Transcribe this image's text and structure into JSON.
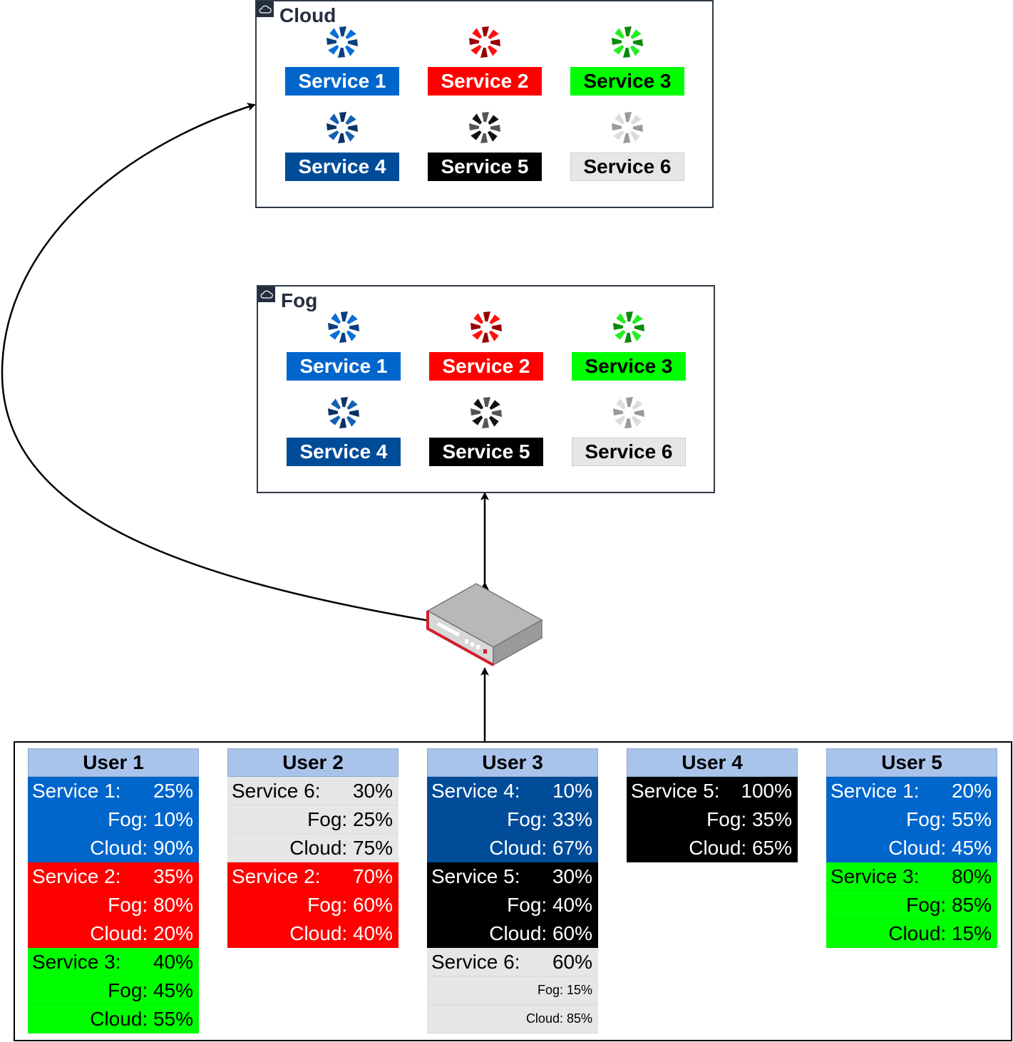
{
  "colors": {
    "blue": "#0066cc",
    "darkblue": "#004c99",
    "red": "#ff0000",
    "green": "#00ff00",
    "black": "#000000",
    "gray": "#e6e6e6",
    "header": "#a9c4eb",
    "group_border": "#2f3a45"
  },
  "cloud": {
    "title": "Cloud",
    "badge_icon": "cloud-icon",
    "services": [
      {
        "label": "Service 1",
        "bg": "#0066cc",
        "fg": "#ffffff",
        "icon": "gear-blue"
      },
      {
        "label": "Service 2",
        "bg": "#ff0000",
        "fg": "#ffffff",
        "icon": "gear-red"
      },
      {
        "label": "Service 3",
        "bg": "#00ff00",
        "fg": "#000000",
        "icon": "gear-green"
      },
      {
        "label": "Service 4",
        "bg": "#004c99",
        "fg": "#ffffff",
        "icon": "gear-darkblue"
      },
      {
        "label": "Service 5",
        "bg": "#000000",
        "fg": "#ffffff",
        "icon": "gear-black"
      },
      {
        "label": "Service 6",
        "bg": "#e6e6e6",
        "fg": "#000000",
        "icon": "gear-gray"
      }
    ]
  },
  "fog": {
    "title": "Fog",
    "badge_icon": "cloud-icon",
    "services": [
      {
        "label": "Service 1",
        "bg": "#0066cc",
        "fg": "#ffffff",
        "icon": "gear-blue"
      },
      {
        "label": "Service 2",
        "bg": "#ff0000",
        "fg": "#ffffff",
        "icon": "gear-red"
      },
      {
        "label": "Service 3",
        "bg": "#00ff00",
        "fg": "#000000",
        "icon": "gear-green"
      },
      {
        "label": "Service 4",
        "bg": "#004c99",
        "fg": "#ffffff",
        "icon": "gear-darkblue"
      },
      {
        "label": "Service 5",
        "bg": "#000000",
        "fg": "#ffffff",
        "icon": "gear-black"
      },
      {
        "label": "Service 6",
        "bg": "#e6e6e6",
        "fg": "#000000",
        "icon": "gear-gray"
      }
    ]
  },
  "router": {
    "icon": "router-icon"
  },
  "users": [
    {
      "name": "User 1",
      "rows": [
        {
          "kind": "svc",
          "left": "Service 1:",
          "right": "25%",
          "bg": "#0066cc",
          "fg": "#ffffff"
        },
        {
          "kind": "sub",
          "text": "Fog: 10%",
          "bg": "#0066cc",
          "fg": "#ffffff"
        },
        {
          "kind": "sub",
          "text": "Cloud: 90%",
          "bg": "#0066cc",
          "fg": "#ffffff"
        },
        {
          "kind": "svc",
          "left": "Service 2:",
          "right": "35%",
          "bg": "#ff0000",
          "fg": "#ffffff"
        },
        {
          "kind": "sub",
          "text": "Fog: 80%",
          "bg": "#ff0000",
          "fg": "#ffffff"
        },
        {
          "kind": "sub",
          "text": "Cloud: 20%",
          "bg": "#ff0000",
          "fg": "#ffffff"
        },
        {
          "kind": "svc",
          "left": "Service 3:",
          "right": "40%",
          "bg": "#00ff00",
          "fg": "#000000"
        },
        {
          "kind": "sub",
          "text": "Fog: 45%",
          "bg": "#00ff00",
          "fg": "#000000"
        },
        {
          "kind": "sub",
          "text": "Cloud: 55%",
          "bg": "#00ff00",
          "fg": "#000000"
        }
      ]
    },
    {
      "name": "User 2",
      "rows": [
        {
          "kind": "svc",
          "left": "Service 6:",
          "right": "30%",
          "bg": "#e6e6e6",
          "fg": "#000000"
        },
        {
          "kind": "sub",
          "text": "Fog: 25%",
          "bg": "#e6e6e6",
          "fg": "#000000"
        },
        {
          "kind": "sub",
          "text": "Cloud: 75%",
          "bg": "#e6e6e6",
          "fg": "#000000"
        },
        {
          "kind": "svc",
          "left": "Service 2:",
          "right": "70%",
          "bg": "#ff0000",
          "fg": "#ffffff"
        },
        {
          "kind": "sub",
          "text": "Fog: 60%",
          "bg": "#ff0000",
          "fg": "#ffffff"
        },
        {
          "kind": "sub",
          "text": "Cloud: 40%",
          "bg": "#ff0000",
          "fg": "#ffffff"
        }
      ]
    },
    {
      "name": "User 3",
      "rows": [
        {
          "kind": "svc",
          "left": "Service 4:",
          "right": "10%",
          "bg": "#004c99",
          "fg": "#ffffff"
        },
        {
          "kind": "sub",
          "text": "Fog: 33%",
          "bg": "#004c99",
          "fg": "#ffffff"
        },
        {
          "kind": "sub",
          "text": "Cloud: 67%",
          "bg": "#004c99",
          "fg": "#ffffff"
        },
        {
          "kind": "svc",
          "left": "Service 5:",
          "right": "30%",
          "bg": "#000000",
          "fg": "#ffffff"
        },
        {
          "kind": "sub",
          "text": "Fog: 40%",
          "bg": "#000000",
          "fg": "#ffffff"
        },
        {
          "kind": "sub",
          "text": "Cloud: 60%",
          "bg": "#000000",
          "fg": "#ffffff"
        },
        {
          "kind": "svc",
          "left": "Service 6:",
          "right": "60%",
          "bg": "#e6e6e6",
          "fg": "#000000"
        },
        {
          "kind": "sub",
          "text": "Fog: 15%",
          "bg": "#e6e6e6",
          "fg": "#000000",
          "small": true
        },
        {
          "kind": "sub",
          "text": "Cloud: 85%",
          "bg": "#e6e6e6",
          "fg": "#000000",
          "small": true
        }
      ]
    },
    {
      "name": "User 4",
      "rows": [
        {
          "kind": "svc",
          "left": "Service 5:",
          "right": "100%",
          "bg": "#000000",
          "fg": "#ffffff"
        },
        {
          "kind": "sub",
          "text": "Fog: 35%",
          "bg": "#000000",
          "fg": "#ffffff"
        },
        {
          "kind": "sub",
          "text": "Cloud: 65%",
          "bg": "#000000",
          "fg": "#ffffff"
        }
      ]
    },
    {
      "name": "User 5",
      "rows": [
        {
          "kind": "svc",
          "left": "Service 1:",
          "right": "20%",
          "bg": "#0066cc",
          "fg": "#ffffff"
        },
        {
          "kind": "sub",
          "text": "Fog: 55%",
          "bg": "#0066cc",
          "fg": "#ffffff"
        },
        {
          "kind": "sub",
          "text": "Cloud: 45%",
          "bg": "#0066cc",
          "fg": "#ffffff"
        },
        {
          "kind": "svc",
          "left": "Service 3:",
          "right": "80%",
          "bg": "#00ff00",
          "fg": "#000000"
        },
        {
          "kind": "sub",
          "text": "Fog: 85%",
          "bg": "#00ff00",
          "fg": "#000000"
        },
        {
          "kind": "sub",
          "text": "Cloud: 15%",
          "bg": "#00ff00",
          "fg": "#000000"
        }
      ]
    }
  ]
}
